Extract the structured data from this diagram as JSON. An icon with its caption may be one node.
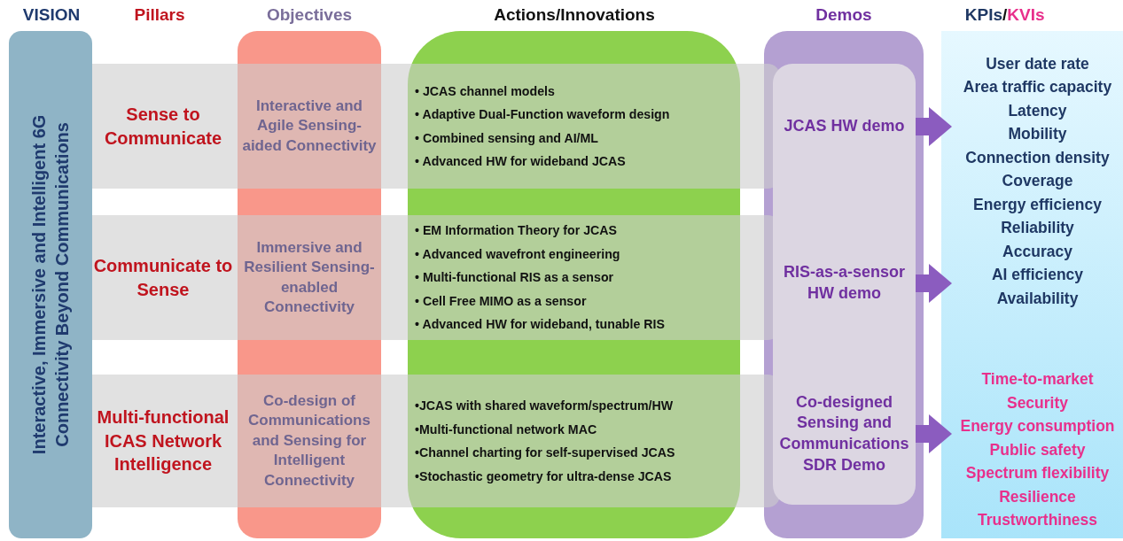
{
  "diagram": {
    "nodes": [
      {
        "text": [
          "Interactive, Immersive and Intelligent 6G Connectivity Beyond Communications"
        ],
        "beside": [
          "VISION"
        ]
      },
      {
        "text": [
          "Sense to Communicate"
        ]
      },
      {
        "text": [
          "Interactive and Agile Sensing-aided Connectivity"
        ]
      },
      {
        "text": [
          "• JCAS channel models",
          "• Adaptive Dual-Function waveform design",
          "• Combined sensing and AI/ML",
          "• Advanced HW for wideband JCAS"
        ]
      },
      {
        "text": [
          "Communicate to Sense"
        ]
      },
      {
        "text": [
          "Immersive and Resilient Sensing-enabled Connectivity"
        ]
      },
      {
        "text": [
          "• EM Information Theory for JCAS",
          "• Advanced wavefront engineering",
          "• Multi-functional RIS as a sensor",
          "• Cell Free MIMO as a sensor",
          "• Advanced HW for wideband, tunable RIS"
        ]
      },
      {
        "text": [
          "Multi-functional ICAS Network Intelligence"
        ]
      },
      {
        "text": [
          "Co-design of Communications and Sensing for Intelligent Connectivity"
        ]
      },
      {
        "text": [
          "•JCAS with shared waveform/spectrum/HW",
          "•Multi-functional network MAC",
          "•Channel charting for self-supervised JCAS",
          "•Stochastic geometry for ultra-dense JCAS"
        ]
      },
      {
        "text": [],
        "shape": "box"
      },
      {
        "text": [
          "JCAS HW demo"
        ],
        "in": 10
      },
      {
        "text": [
          "RIS-as-a-sensor HW demo"
        ],
        "in": 10
      },
      {
        "text": [
          "Co-designed Sensing and Communications SDR Demo"
        ],
        "in": 10
      },
      {
        "text": [],
        "shape": "box"
      },
      {
        "text": [
          "User date rate",
          "Area traffic capacity",
          "Latency",
          "Mobility",
          "Connection density",
          "Coverage",
          "Energy efficiency",
          "Reliability",
          "Accuracy",
          "AI efficiency",
          "Availability"
        ],
        "in": 14
      },
      {
        "text": [
          "Time-to-market",
          "Security",
          "Energy consumption",
          "Public safety",
          "Spectrum flexibility",
          "Resilience",
          "Trustworthiness"
        ],
        "in": 14
      }
    ],
    "edges": [
      {
        "from": 11,
        "to": 15,
        "arrow": "to"
      },
      {
        "from": 12,
        "to": 15,
        "arrow": "to"
      },
      {
        "from": 13,
        "to": 16,
        "arrow": "to"
      }
    ],
    "labels": [
      "Pillars",
      "Objectives",
      "Actions/Innovations",
      "Demos",
      "KPIs",
      "/",
      "KVIs"
    ]
  }
}
